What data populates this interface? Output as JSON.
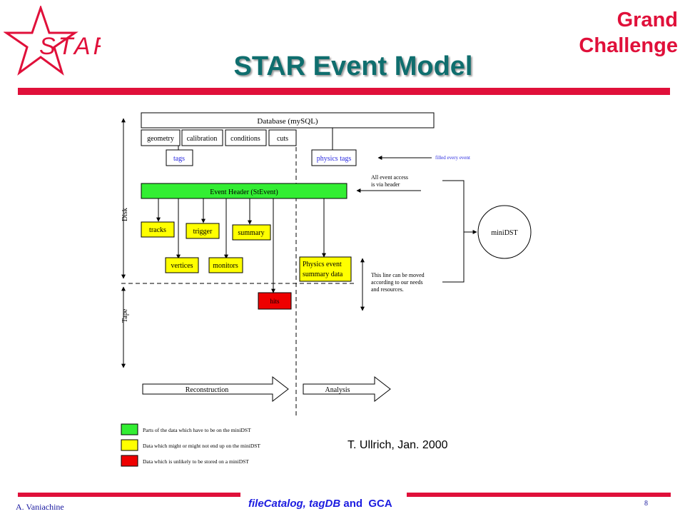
{
  "header": {
    "logo_text": "STAR",
    "grand_line1": "Grand",
    "grand_line2": "Challenge",
    "title": "STAR Event Model"
  },
  "diagram": {
    "database": "Database (mySQL)",
    "db_tables": [
      "geometry",
      "calibration",
      "conditions",
      "cuts"
    ],
    "tags": "tags",
    "physics_tags": "physics tags",
    "filled_note": "filled every event",
    "access_note_1": "All event access",
    "access_note_2": "is via header",
    "event_header": "Event Header (StEvent)",
    "tracks": "tracks",
    "trigger": "trigger",
    "summary": "summary",
    "vertices": "vertices",
    "monitors": "monitors",
    "physics_event_1": "Physics event",
    "physics_event_2": "summary data",
    "hits": "hits",
    "minidst": "miniDST",
    "line_note_1": "This line can be moved",
    "line_note_2": "according to our needs",
    "line_note_3": "and resources.",
    "disk": "Disk",
    "tape": "Tape",
    "reconstruction": "Reconstruction",
    "analysis": "Analysis",
    "legend": [
      {
        "color": "#33ee33",
        "label": "Parts of the data which have to be on the miniDST"
      },
      {
        "color": "#ffff00",
        "label": "Data which might or might not end up on the miniDST"
      },
      {
        "color": "#ee0000",
        "label": "Data which is unlikely to be stored on a miniDST"
      }
    ]
  },
  "credit": "T. Ullrich, Jan. 2000",
  "footer": {
    "author": "A. Vaniachine",
    "center_italic": "fileCatalog, tagDB",
    "center_plain": " and  GCA",
    "page": "8"
  },
  "colors": {
    "accent_red": "#e0103a",
    "title_teal": "#0f6e6e",
    "green": "#33ee33",
    "yellow": "#ffff00",
    "red_box": "#ee0000",
    "blue_text": "#2a2ae0"
  }
}
